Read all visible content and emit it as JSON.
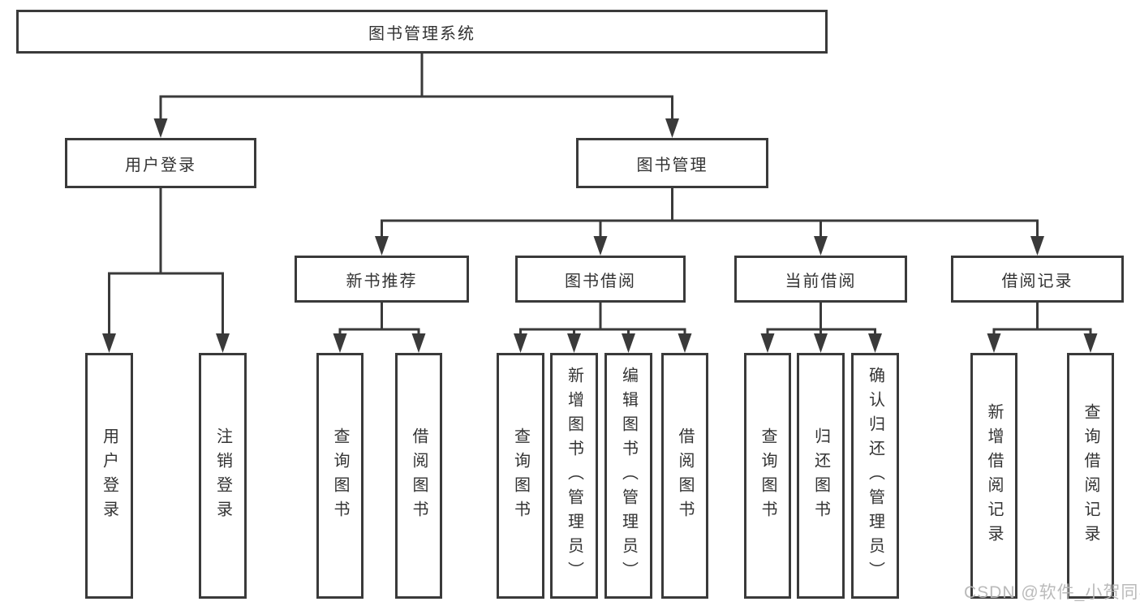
{
  "diagram": {
    "root_label": "图书管理系统",
    "branches": [
      {
        "label": "用户登录",
        "children": [
          {
            "label": "用户登录"
          },
          {
            "label": "注销登录"
          }
        ]
      },
      {
        "label": "图书管理",
        "sections": [
          {
            "label": "新书推荐",
            "children": [
              {
                "label": "查询图书"
              },
              {
                "label": "借阅图书"
              }
            ]
          },
          {
            "label": "图书借阅",
            "children": [
              {
                "label": "查询图书"
              },
              {
                "label": "新增图书（管理员）"
              },
              {
                "label": "编辑图书（管理员）"
              },
              {
                "label": "借阅图书"
              }
            ]
          },
          {
            "label": "当前借阅",
            "children": [
              {
                "label": "查询图书"
              },
              {
                "label": "归还图书"
              },
              {
                "label": "确认归还（管理员）"
              }
            ]
          },
          {
            "label": "借阅记录",
            "children": [
              {
                "label": "新增借阅记录"
              },
              {
                "label": "查询借阅记录"
              }
            ]
          }
        ]
      }
    ]
  },
  "watermark": {
    "text": "CSDN @软件_小贺同学"
  },
  "colors": {
    "line": "#3a3a3a",
    "text": "#333333",
    "background": "#ffffff",
    "watermark": "#b6b6b6"
  }
}
